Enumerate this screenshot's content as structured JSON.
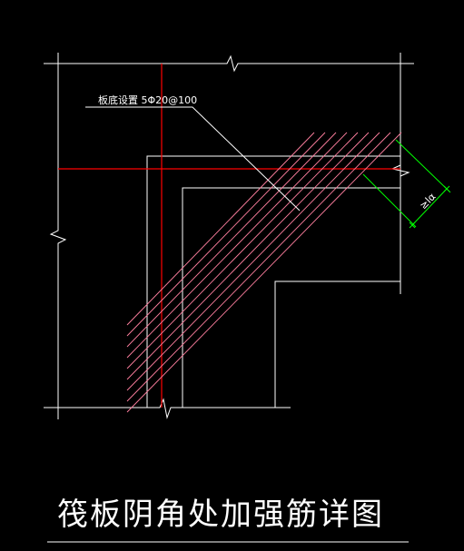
{
  "drawing": {
    "title": "筏板阴角处加强筋详图",
    "annotation": "板底设置 5Φ20@100",
    "dimension_label": "≥lα"
  },
  "colors": {
    "background": "#000000",
    "outline": "#ffffff",
    "axis": "#ff0000",
    "rebar": "#ff7f9f",
    "dimension": "#00ff00"
  },
  "rebar": {
    "count": 5,
    "spacing": "100",
    "diameter": "20"
  }
}
